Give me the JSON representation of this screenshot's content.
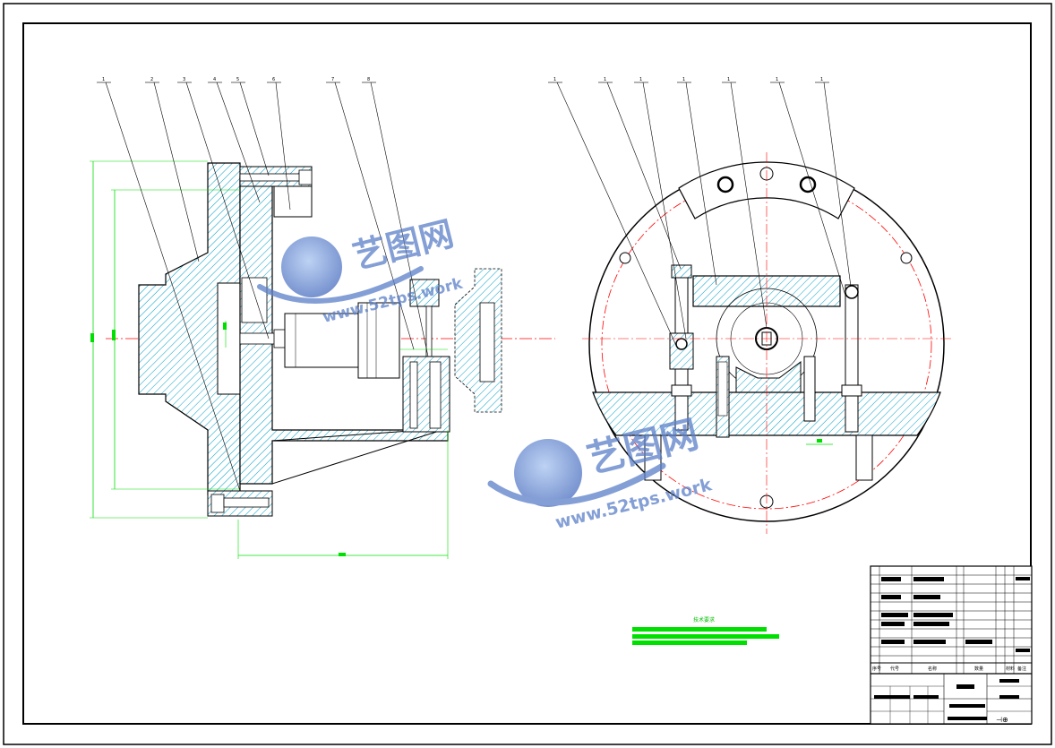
{
  "watermark": {
    "brand": "艺图网",
    "url": "www.52tps.work"
  },
  "callouts_left": [
    "1",
    "2",
    "3",
    "4",
    "5",
    "6",
    "7",
    "8"
  ],
  "callouts_right": [
    "1",
    "1",
    "1",
    "1",
    "1",
    "1",
    "1"
  ],
  "notes": {
    "title": "技术要求"
  },
  "title_block": {
    "headers": [
      "序号",
      "代号",
      "名称",
      "数量",
      "材料",
      "备注"
    ]
  },
  "colors": {
    "outline": "#000000",
    "hatch": "#00a0c8",
    "centerline": "#ff0000",
    "dimension": "#00e000",
    "watermark": "#5b7fc8"
  }
}
